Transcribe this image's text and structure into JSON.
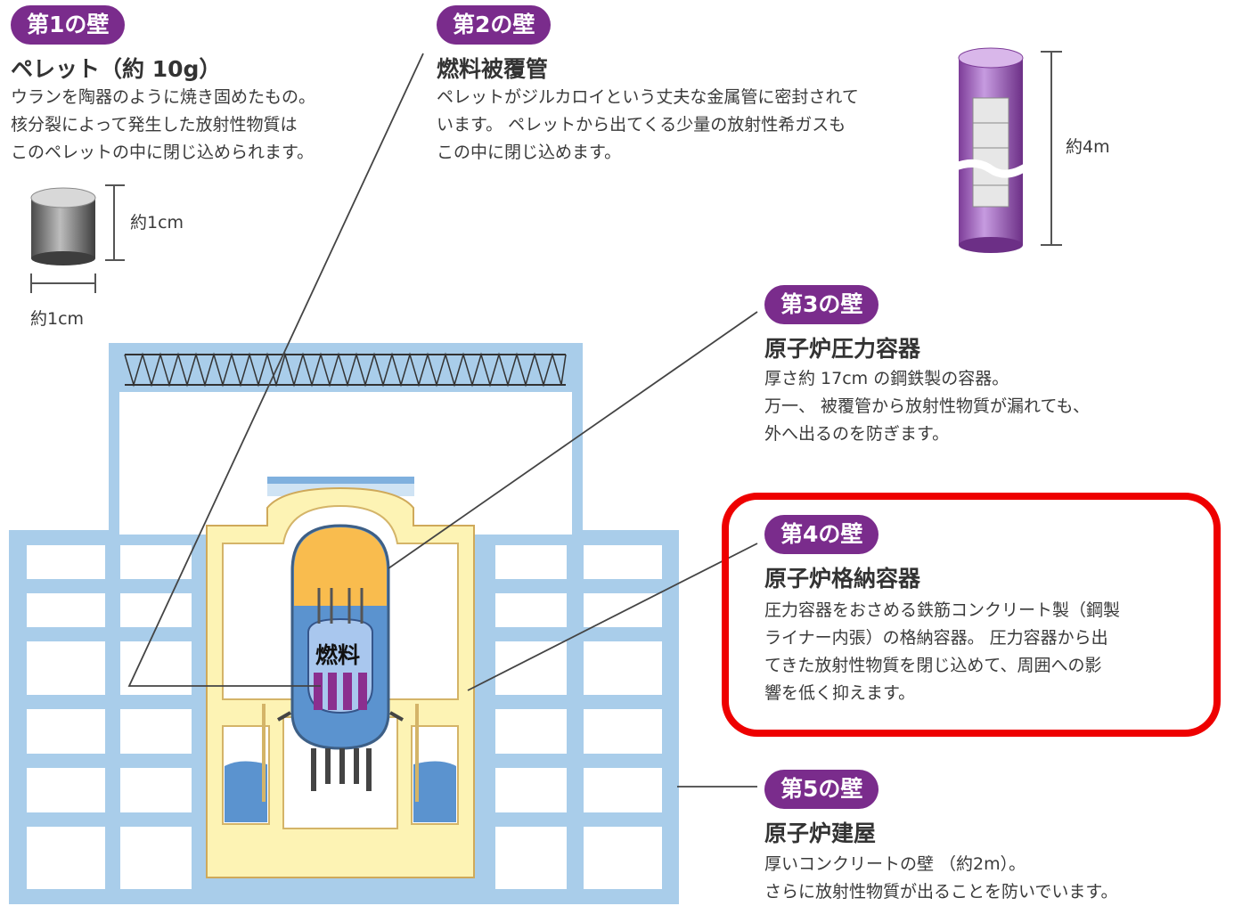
{
  "walls": [
    {
      "badge": "第1の壁",
      "title": "ペレット（約 10g）",
      "lines": [
        "ウランを陶器のように焼き固めたもの。",
        "核分裂によって発生した放射性物質は",
        "このペレットの中に閉じ込められます。"
      ]
    },
    {
      "badge": "第2の壁",
      "title": "燃料被覆管",
      "lines": [
        "ペレットがジルカロイという丈夫な金属管に密封されて",
        "います。 ペレットから出てくる少量の放射性希ガスも",
        "この中に閉じ込めます。"
      ]
    },
    {
      "badge": "第3の壁",
      "title": "原子炉圧力容器",
      "lines": [
        "厚さ約 17cm の鋼鉄製の容器。",
        "万一、 被覆管から放射性物質が漏れても、",
        "外へ出るのを防ぎます。"
      ]
    },
    {
      "badge": "第4の壁",
      "title": "原子炉格納容器",
      "lines": [
        "圧力容器をおさめる鉄筋コンクリート製（鋼製",
        "ライナー内張）の格納容器。 圧力容器から出",
        "てきた放射性物質を閉じ込めて、周囲への影",
        "響を低く抑えます。"
      ]
    },
    {
      "badge": "第5の壁",
      "title": "原子炉建屋",
      "lines": [
        "厚いコンクリートの壁 （約2m）。",
        "さらに放射性物質が出ることを防いでいます。"
      ]
    }
  ],
  "dimensions": {
    "pellet_height": "約1cm",
    "pellet_width": "約1cm",
    "tube_length": "約4m"
  },
  "reactor": {
    "fuel_label": "燃料"
  },
  "colors": {
    "badge": "#7a2c8c",
    "building": "#a9cdea",
    "containment": "#fdf3b4",
    "water": "#5b93cf",
    "vessel_top": "#f9bc4e",
    "fuel_rods": "#8b2f8f",
    "highlight": "#ee0000"
  }
}
